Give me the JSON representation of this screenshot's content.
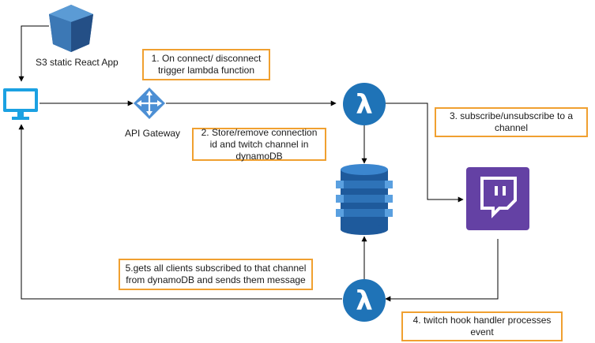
{
  "nodes": {
    "s3": {
      "label": "S3 static React App"
    },
    "api_gateway": {
      "label": "API Gateway"
    }
  },
  "notes": {
    "step1": "1. On connect/ disconnect trigger lambda function",
    "step2": "2. Store/remove connection id and twitch channel in dynamoDB",
    "step3": "3. subscribe/unsubscribe to a channel",
    "step4": "4. twitch hook handler processes event",
    "step5": "5.gets all clients subscribed to that channel from dynamoDB and sends them message"
  },
  "colors": {
    "note_border": "#f0a030",
    "lambda": "#1f73b7",
    "twitch": "#6441a4",
    "s3": "#3c78b5",
    "dynamodb": "#2e73b8",
    "client": "#1ba1e2",
    "gateway": "#4c8fd4"
  },
  "icons": [
    "s3-icon",
    "client-monitor-icon",
    "api-gateway-icon",
    "lambda-icon",
    "dynamodb-icon",
    "twitch-icon"
  ]
}
